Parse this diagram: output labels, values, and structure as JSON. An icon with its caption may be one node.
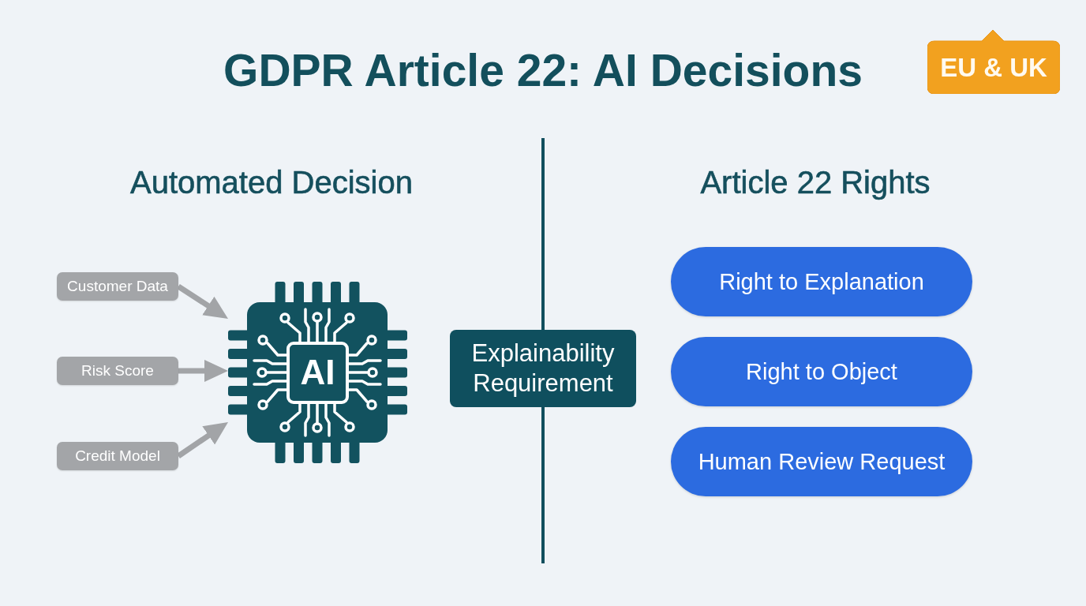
{
  "diagram": {
    "title": "GDPR Article 22: AI Decisions",
    "nodes": [
      {
        "text": [
          "EU & UK"
        ]
      },
      {
        "text": [
          "Customer Data"
        ]
      },
      {
        "text": [
          "Risk Score"
        ]
      },
      {
        "text": [
          "Credit Model"
        ]
      },
      {
        "text": [
          "AI"
        ]
      },
      {
        "text": [
          "Explainability Requirement"
        ]
      },
      {
        "text": [
          "Right to Explanation"
        ]
      },
      {
        "text": [
          "Right to Object"
        ]
      },
      {
        "text": [
          "Human Review Request"
        ]
      }
    ],
    "edges": [
      {
        "from": 1,
        "to": 4,
        "arrow": "to"
      },
      {
        "from": 2,
        "to": 4,
        "arrow": "to"
      },
      {
        "from": 3,
        "to": 4,
        "arrow": "to"
      }
    ],
    "labels": [
      "Automated Decision",
      "Article 22 Rights"
    ]
  }
}
